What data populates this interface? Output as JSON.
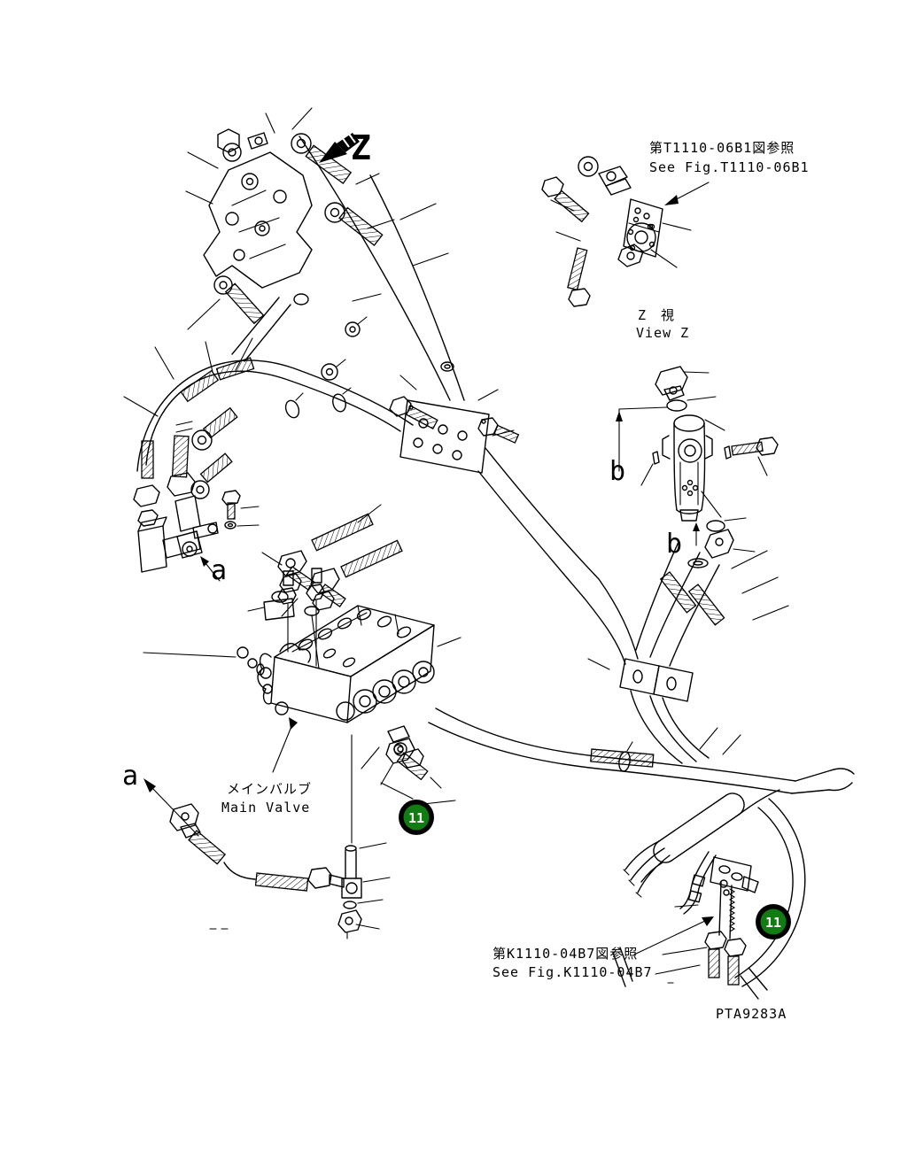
{
  "diagram": {
    "view_arrow_label": "Z",
    "view_caption": {
      "jp": "Z　視",
      "en": "View Z"
    },
    "ref_top": {
      "jp": "第T1110-06B1図参照",
      "en": "See Fig.T1110-06B1"
    },
    "ref_bottom": {
      "jp": "第K1110-04B7図参照",
      "en": "See Fig.K1110-04B7"
    },
    "main_valve_label": {
      "jp": "メインバルブ",
      "en": "Main Valve"
    },
    "detail_labels": {
      "a": "a",
      "b": "b"
    },
    "callouts": [
      {
        "number": "11"
      },
      {
        "number": "11"
      }
    ],
    "plate_code": "PTA9283A",
    "colors": {
      "line": "#000000",
      "background": "#ffffff",
      "callout_fill": "#117c11",
      "callout_ring": "#000000",
      "callout_text": "#ffffff"
    }
  }
}
